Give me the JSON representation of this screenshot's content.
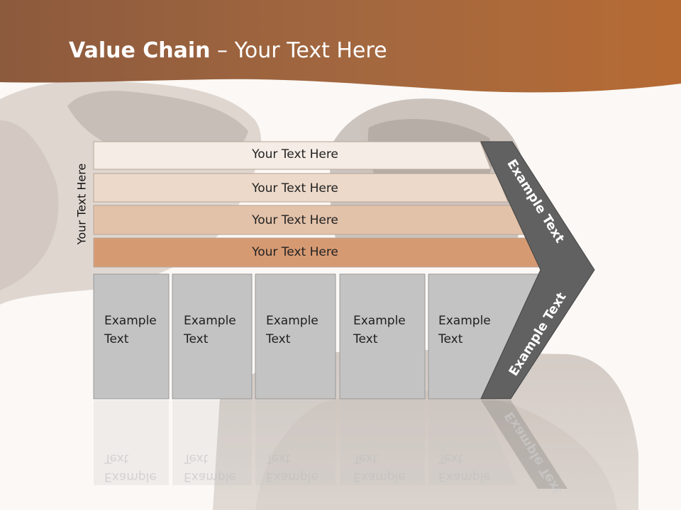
{
  "header": {
    "title_bold": "Value Chain",
    "title_rest": " – Your Text Here",
    "accent": "#b96a3a"
  },
  "side_label": "Your Text Here",
  "bars": [
    {
      "label": "Your Text Here",
      "color": "#f4ece5"
    },
    {
      "label": "Your Text Here",
      "color": "#ecd9ca"
    },
    {
      "label": "Your Text Here",
      "color": "#e3c2aa"
    },
    {
      "label": "Your Text Here",
      "color": "#d69a72"
    }
  ],
  "boxes": [
    {
      "line1": "Example",
      "line2": "Text"
    },
    {
      "line1": "Example",
      "line2": "Text"
    },
    {
      "line1": "Example",
      "line2": "Text"
    },
    {
      "line1": "Example",
      "line2": "Text"
    },
    {
      "line1": "Example",
      "line2": "Text"
    }
  ],
  "chevron": {
    "upper_label": "Example Text",
    "lower_label": "Example Text",
    "color": "#616161"
  },
  "box_color": "#c3c3c3"
}
